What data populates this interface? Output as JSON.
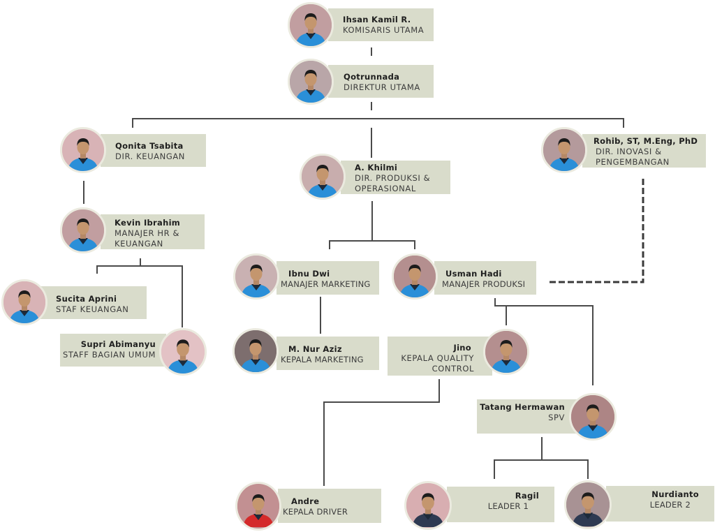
{
  "colors": {
    "box_bg": "#d9dccb",
    "line": "#4a4a4a",
    "avatar_border": "#ebeadf",
    "uniform_blue": "#2a8fd8",
    "uniform_dark": "#1d2a3a",
    "driver_red": "#d42a2a"
  },
  "org": {
    "komisaris": {
      "name": "Ihsan Kamil R.",
      "role": "KOMISARIS UTAMA",
      "avatar": "person-photo",
      "bg": "#c19ea0",
      "shirt": "#2a8fd8"
    },
    "direktur": {
      "name": "Qotrunnada",
      "role": "DIREKTUR UTAMA",
      "avatar": "person-photo",
      "bg": "#b9a6a8",
      "shirt": "#2a8fd8"
    },
    "keuangan": {
      "name": "Qonita Tsabita",
      "role": "DIR. KEUANGAN",
      "avatar": "person-photo",
      "bg": "#d8b3b6",
      "shirt": "#2a8fd8"
    },
    "produksi": {
      "name": "A. Khilmi",
      "role": "DIR. PRODUKSI &\nOPERASIONAL",
      "avatar": "person-photo",
      "bg": "#c8adad",
      "shirt": "#2a8fd8"
    },
    "inovasi": {
      "name": "Rohib, ST, M.Eng, PhD",
      "role": "DIR. INOVASI &\nPENGEMBANGAN",
      "avatar": "person-photo",
      "bg": "#b49a9c",
      "shirt": "#2a8fd8"
    },
    "hr": {
      "name": "Kevin Ibrahim",
      "role": "MANAJER HR &\nKEUANGAN",
      "avatar": "person-photo",
      "bg": "#c19ea0",
      "shirt": "#2a8fd8"
    },
    "sucita": {
      "name": "Sucita Aprini",
      "role": "STAF KEUANGAN",
      "avatar": "person-photo",
      "bg": "#d8b3b6",
      "shirt": "#2a8fd8"
    },
    "supri": {
      "name": "Supri Abimanyu",
      "role": "STAFF BAGIAN UMUM",
      "avatar": "person-photo",
      "bg": "#e3c2c5",
      "shirt": "#2a8fd8"
    },
    "marketing": {
      "name": "Ibnu Dwi",
      "role": "MANAJER MARKETING",
      "avatar": "person-photo",
      "bg": "#c9b1b2",
      "shirt": "#2a8fd8"
    },
    "mprod": {
      "name": "Usman Hadi",
      "role": "MANAJER PRODUKSI",
      "avatar": "person-photo",
      "bg": "#b48f8f",
      "shirt": "#2a8fd8"
    },
    "kmarketing": {
      "name": "M. Nur Aziz",
      "role": "KEPALA MARKETING",
      "avatar": "person-photo",
      "bg": "#7d6e6e",
      "shirt": "#2a8fd8"
    },
    "qc": {
      "name": "Jino",
      "role": "KEPALA QUALITY\nCONTROL",
      "avatar": "person-photo",
      "bg": "#b48f8f",
      "shirt": "#2a8fd8"
    },
    "spv": {
      "name": "Tatang Hermawan",
      "role": "SPV",
      "avatar": "person-photo",
      "bg": "#ad8585",
      "shirt": "#2a8fd8"
    },
    "driver": {
      "name": "Andre",
      "role": "KEPALA DRIVER",
      "avatar": "person-photo",
      "bg": "#c29092",
      "shirt": "#d42a2a"
    },
    "leader1": {
      "name": "Ragil",
      "role": "LEADER 1",
      "avatar": "person-photo",
      "bg": "#d8aeb1",
      "shirt": "#2e3a52"
    },
    "leader2": {
      "name": "Nurdianto",
      "role": "LEADER 2",
      "avatar": "person-photo",
      "bg": "#a89294",
      "shirt": "#2e3a52"
    }
  }
}
